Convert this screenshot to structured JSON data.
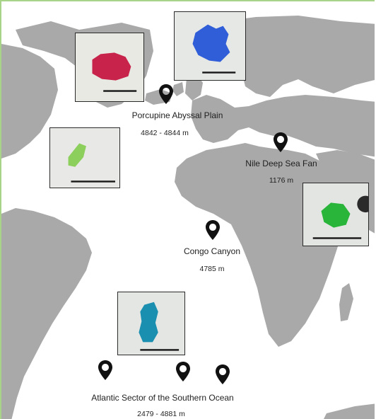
{
  "map": {
    "land_color": "#a9a9a9",
    "sea_color": "#ffffff",
    "frame_color": "#a8d48a"
  },
  "locations": [
    {
      "key": "porcupine",
      "name": "Porcupine Abyssal Plain",
      "depth": "4842 - 4844 m"
    },
    {
      "key": "nile",
      "name": "Nile Deep Sea Fan",
      "depth": "1176 m"
    },
    {
      "key": "congo",
      "name": "Congo Canyon",
      "depth": "4785 m"
    },
    {
      "key": "southern",
      "name": "Atlantic Sector of the Southern Ocean",
      "depth": "2479 - 4881 m"
    }
  ],
  "samples": [
    {
      "key": "red",
      "color": "#c8234a"
    },
    {
      "key": "blue",
      "color": "#2f5ed8"
    },
    {
      "key": "light-green",
      "color": "#8ccf5c"
    },
    {
      "key": "green",
      "color": "#29b43a"
    },
    {
      "key": "teal",
      "color": "#1a8fb0"
    }
  ],
  "icons": {
    "pin": "map-pin-icon"
  }
}
